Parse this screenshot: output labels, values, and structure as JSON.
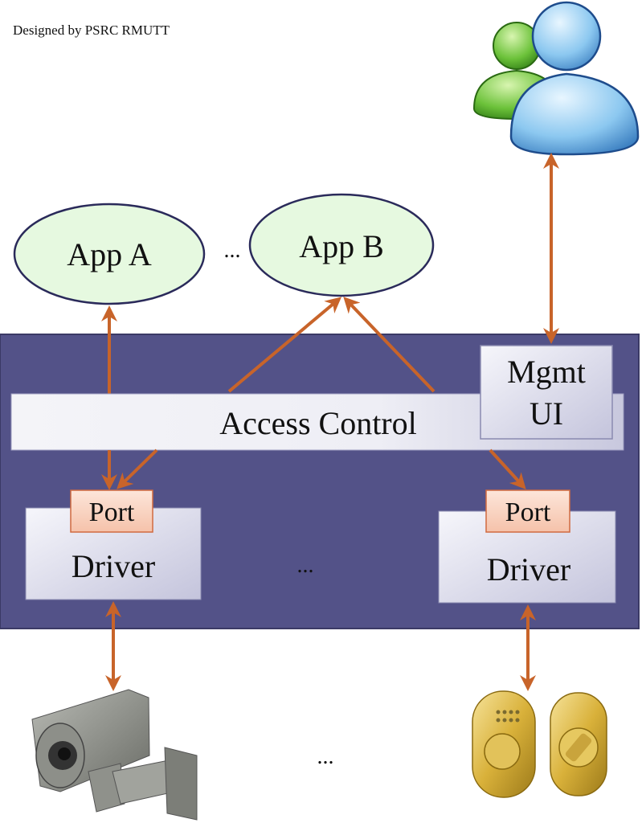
{
  "credit": "Designed by PSRC RMUTT",
  "apps": [
    {
      "label": "App A"
    },
    {
      "label": "App B"
    }
  ],
  "apps_ellipsis": "...",
  "platform": {
    "access_control": "Access Control",
    "mgmt_ui_line1": "Mgmt",
    "mgmt_ui_line2": "UI",
    "drivers": [
      {
        "port": "Port",
        "driver": "Driver"
      },
      {
        "port": "Port",
        "driver": "Driver"
      }
    ],
    "drivers_ellipsis": "..."
  },
  "devices": [
    {
      "icon": "security-camera-icon"
    },
    {
      "icon": "keypad-door-lock-icon"
    }
  ],
  "devices_ellipsis": "...",
  "users_icon": "users-icon",
  "colors": {
    "platform_bg": "#535288",
    "arrow": "#c8642a",
    "app_fill": "#e6f9e0",
    "port_fill": "#f8cdb8",
    "box_fill": "#e8e8f4"
  }
}
